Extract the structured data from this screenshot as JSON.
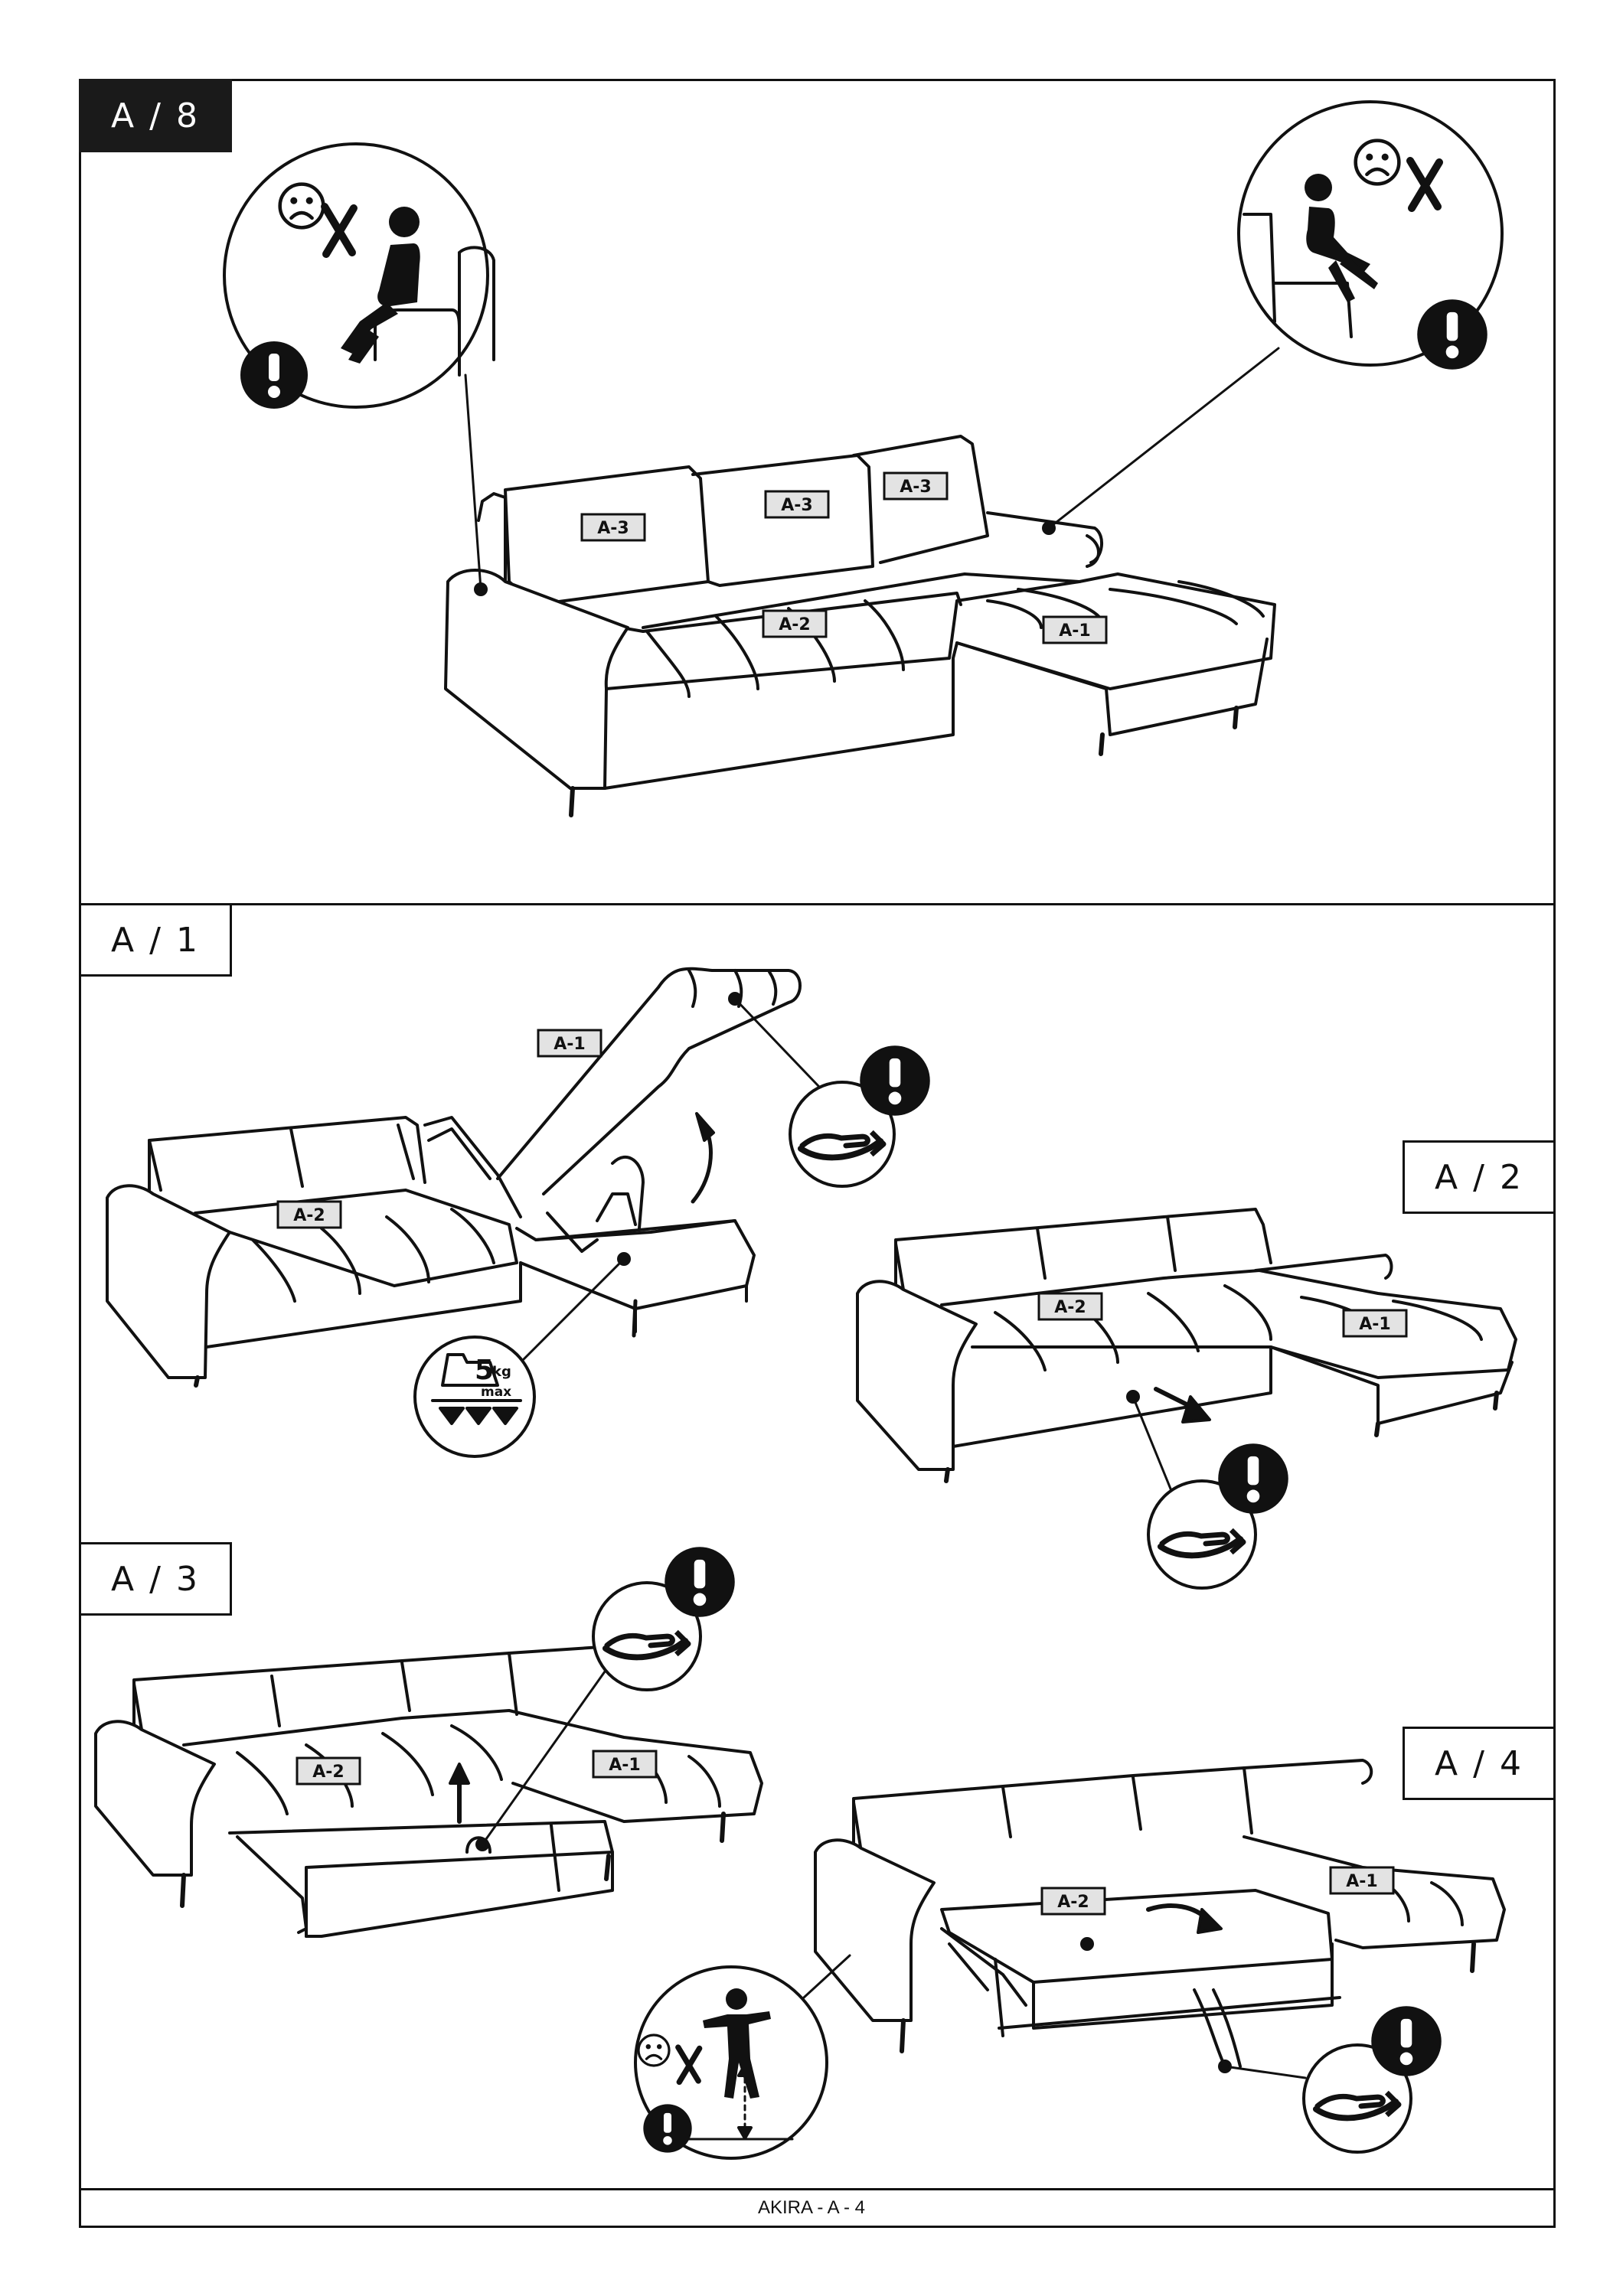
{
  "steps": {
    "a8": {
      "label": "A / 8"
    },
    "a1": {
      "label": "A / 1"
    },
    "a2": {
      "label": "A / 2"
    },
    "a3": {
      "label": "A / 3"
    },
    "a4": {
      "label": "A / 4"
    }
  },
  "part_labels": {
    "a1": "A-1",
    "a2": "A-2",
    "a3": "A-3"
  },
  "weight": {
    "value": "5",
    "unit": "kg",
    "qualifier": "max"
  },
  "warning_mark": "!",
  "footer": {
    "text": "AKIRA - A - 4"
  },
  "icons": [
    "sad-face-icon",
    "cross-icon",
    "warning-icon",
    "hand-icon",
    "weight-icon",
    "person-sitting-icon",
    "person-standing-icon",
    "arrow-icon"
  ]
}
